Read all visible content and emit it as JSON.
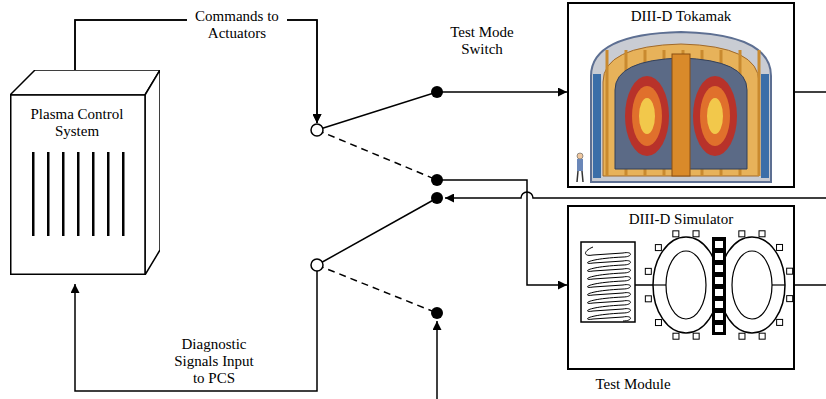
{
  "diagram": {
    "nodes": [
      {
        "text": [
          "Plasma Control System"
        ]
      },
      {
        "text": [
          "DIII-D Tokamak"
        ]
      },
      {
        "text": [
          "DIII-D Simulator",
          "Test Module"
        ]
      }
    ],
    "edges": [
      {
        "from": 0,
        "to": 1,
        "arrow": "to"
      },
      {
        "from": 0,
        "to": 2,
        "arrow": "to"
      }
    ],
    "labels": [
      "Commands to Actuators",
      "Test Mode Switch",
      "Diagnostic Signals Input to PCS"
    ]
  }
}
